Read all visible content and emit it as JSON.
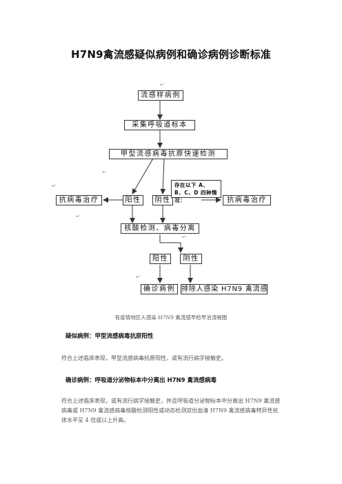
{
  "page": {
    "title": "H7N9禽流感疑似病例和确诊病例诊断标准"
  },
  "flowchart": {
    "nodes": {
      "influenza_like": "流感样病例",
      "collect_sample": "采集呼吸道标本",
      "rapid_test": "甲型流感病毒抗原快速检测",
      "antiviral_left": "抗病毒治疗",
      "positive_1": "阳性",
      "negative_1": "阴性",
      "condition_note": "存在以下 A、B、C、D 四种情况：",
      "antiviral_right": "抗病毒治疗",
      "nucleic_test": "核酸检测、病毒分离",
      "positive_2": "阳性",
      "negative_2": "阴性",
      "confirmed": "确诊病例",
      "exclude": "排除人感染 H7N9 禽流感"
    },
    "caption": "有疫情地区人感染 H7N9 禽流感早检早治流程图"
  },
  "sections": [
    {
      "heading": "疑似病例：甲型流感病毒抗原阳性",
      "body": "符合上述临床表现，甲型流感病毒抗原阳性，或有流行病学接触史。"
    },
    {
      "heading": "确诊病例：呼吸道分泌物标本中分离出 H7N9 禽流感病毒",
      "body": "符合上述临床表现，或有流行病学接触史，并且呼吸道分泌物标本中分离出 H7N9 禽流感病毒或 H7N9 禽流感病毒核酸检测阳性或动态检测双份血清 H7N9 禽流感病毒特异性抗体水平呈 4 倍或以上升高。"
    }
  ]
}
